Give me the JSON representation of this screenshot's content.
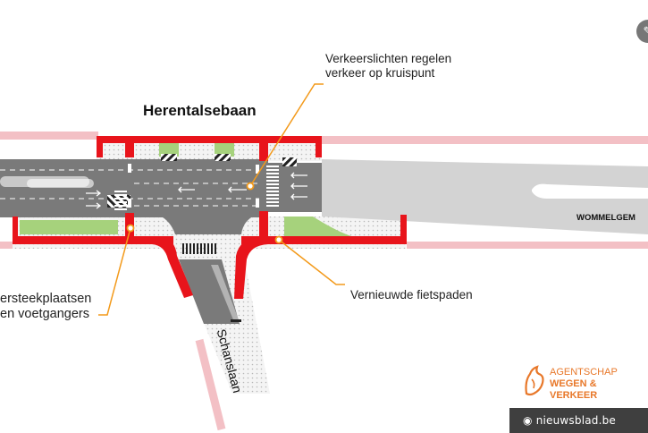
{
  "roads": {
    "main": "Herentalsebaan",
    "side": "Schanslaan",
    "direction": "WOMMELGEM"
  },
  "callouts": {
    "traffic_lights": [
      "Verkeerslichten regelen",
      "verkeer op kruispunt"
    ],
    "crossings": [
      "ersteekplaatsen",
      "en voetgangers"
    ],
    "bike_paths": "Vernieuwde fietspaden"
  },
  "logo": {
    "line1": "AGENTSCHAP",
    "line2": "WEGEN & VERKEER"
  },
  "credit": {
    "icon": "eye-logo-icon",
    "text": "nieuwsblad.be"
  },
  "colors": {
    "bike_path": "#e8141b",
    "old_bike_path": "#f3c0c5",
    "road": "#777777",
    "median": "#c9c9c9",
    "green": "#a6d27c",
    "callout_line": "#f39a1b",
    "logo": "#e8782a"
  }
}
